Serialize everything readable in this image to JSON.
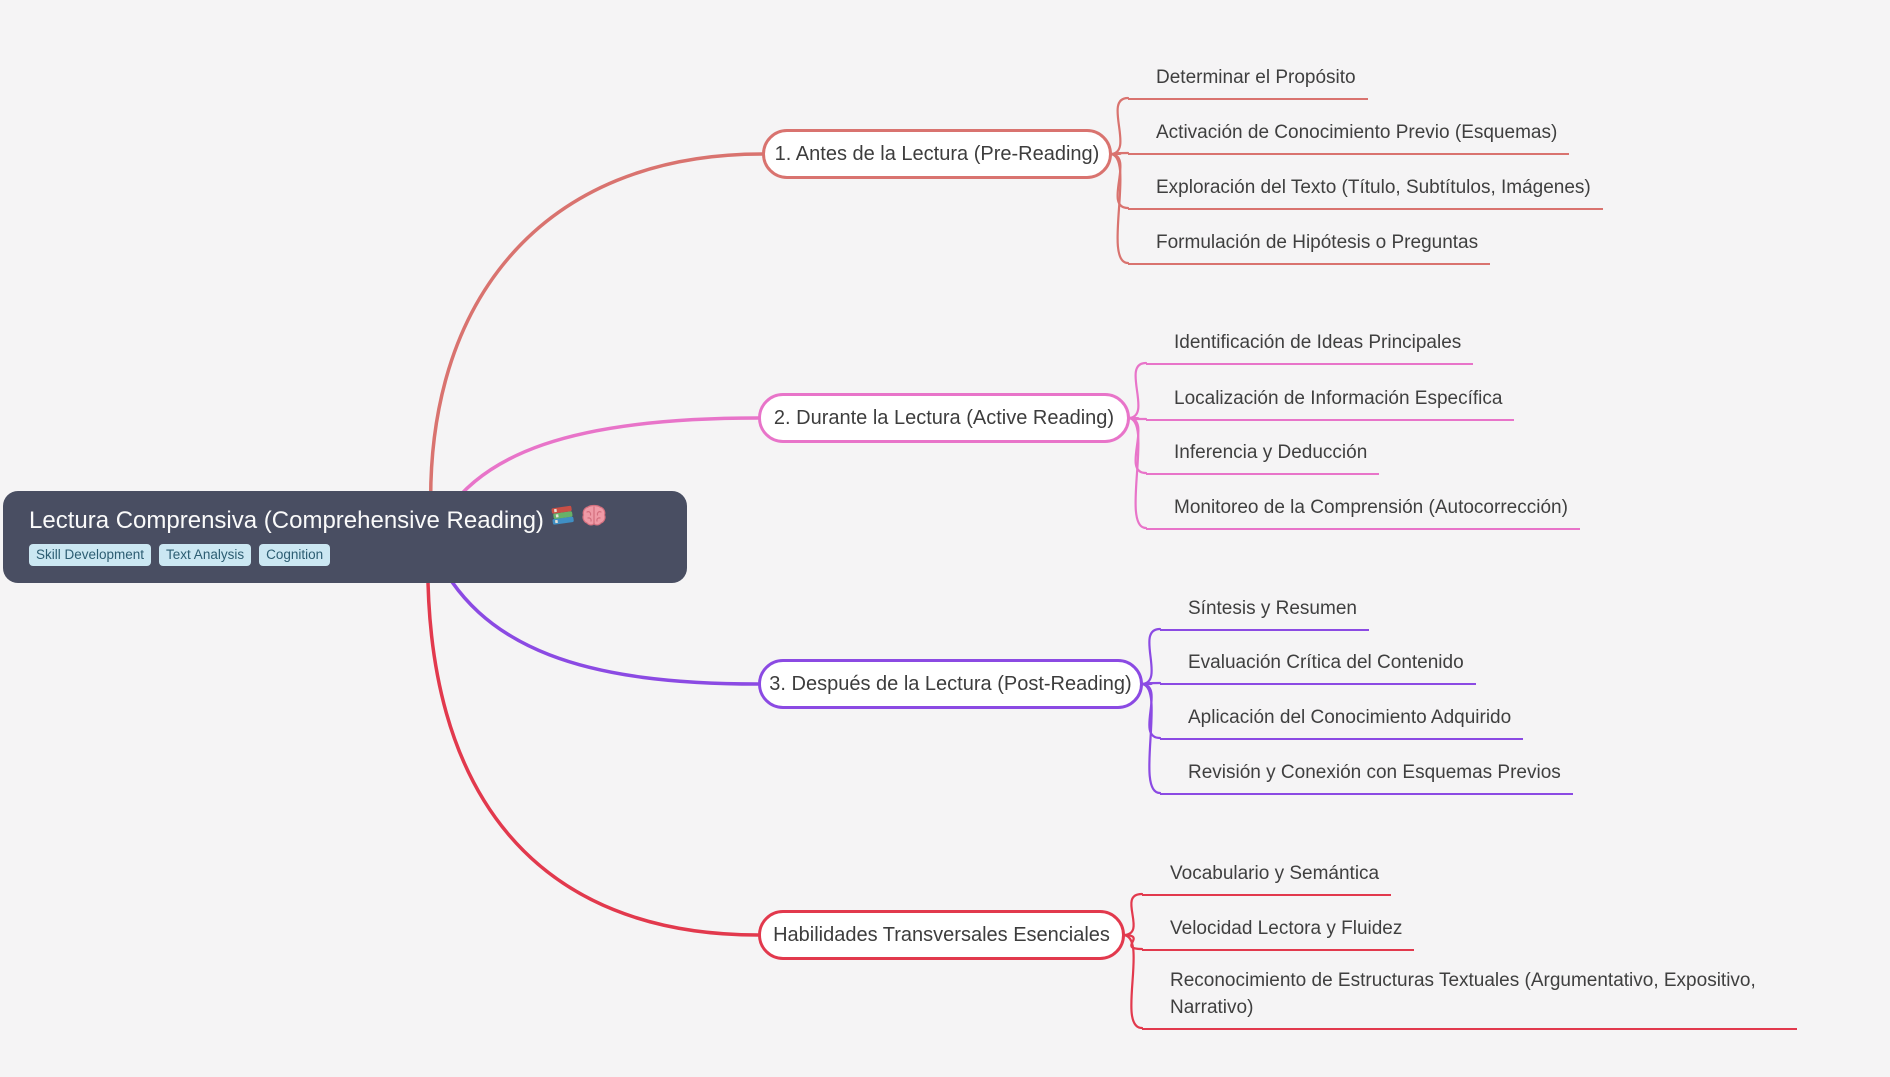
{
  "canvas": {
    "background": "#f5f4f5"
  },
  "root": {
    "title": "Lectura Comprensiva (Comprehensive Reading)",
    "icons": [
      "books-icon",
      "brain-icon"
    ],
    "badges": [
      "Skill Development",
      "Text Analysis",
      "Cognition"
    ],
    "colors": {
      "background": "#494e62",
      "text": "#fafafa",
      "badge_background": "#cbe7f2",
      "badge_text": "#2c5d72"
    }
  },
  "branches": [
    {
      "label": "1. Antes de la Lectura (Pre-Reading)",
      "color": "#d9736f",
      "children": [
        "Determinar el Propósito",
        "Activación de Conocimiento Previo (Esquemas)",
        "Exploración del Texto (Título, Subtítulos, Imágenes)",
        "Formulación de Hipótesis o Preguntas"
      ]
    },
    {
      "label": "2. Durante la Lectura (Active Reading)",
      "color": "#e874c9",
      "children": [
        "Identificación de Ideas Principales",
        "Localización de Información Específica",
        "Inferencia y Deducción",
        "Monitoreo de la Comprensión (Autocorrección)"
      ]
    },
    {
      "label": "3. Después de la Lectura (Post-Reading)",
      "color": "#8b4ae3",
      "children": [
        "Síntesis y Resumen",
        "Evaluación Crítica del Contenido",
        "Aplicación del Conocimiento Adquirido",
        "Revisión y Conexión con Esquemas Previos"
      ]
    },
    {
      "label": "Habilidades Transversales Esenciales",
      "color": "#e2394d",
      "children": [
        "Vocabulario y Semántica",
        "Velocidad Lectora y Fluidez",
        "Reconocimiento de Estructuras Textuales (Argumentativo, Expositivo, Narrativo)"
      ]
    }
  ]
}
